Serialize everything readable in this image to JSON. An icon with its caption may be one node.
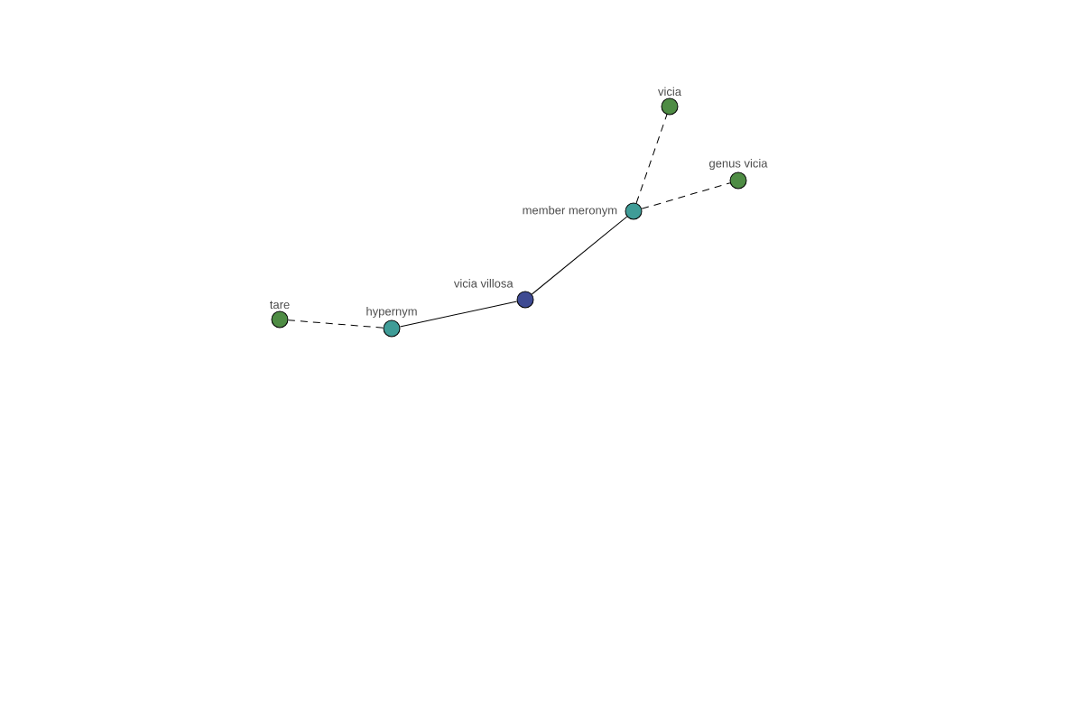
{
  "diagram": {
    "nodes": [
      {
        "text": [
          "vicia"
        ]
      },
      {
        "text": [
          "genus vicia"
        ]
      },
      {
        "text": [
          "member meronym"
        ]
      },
      {
        "text": [
          "vicia villosa"
        ]
      },
      {
        "text": [
          "tare"
        ]
      },
      {
        "text": [
          "hypernym"
        ]
      }
    ],
    "edges": [
      {
        "from": 3,
        "to": 2,
        "arrow": "none"
      },
      {
        "from": 2,
        "to": 0,
        "arrow": "none",
        "style": "dashed"
      },
      {
        "from": 2,
        "to": 1,
        "arrow": "none",
        "style": "dashed"
      },
      {
        "from": 3,
        "to": 5,
        "arrow": "none"
      },
      {
        "from": 5,
        "to": 4,
        "arrow": "none",
        "style": "dashed"
      }
    ]
  }
}
